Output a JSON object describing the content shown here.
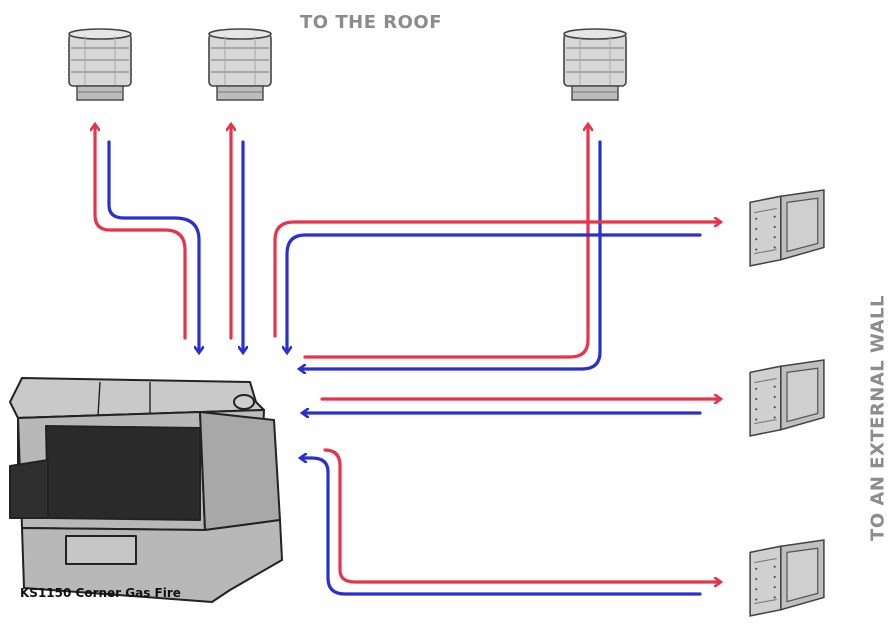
{
  "labels": {
    "roof": "TO THE ROOF",
    "wall": "TO AN EXTERNAL WALL",
    "fire": "KS1150 Corner Gas Fire"
  },
  "colors": {
    "supply": "#e8334a",
    "return": "#2a2fd0",
    "label_gray": "#8c8c8c",
    "metal": "#b5b5b5"
  },
  "icons": {
    "roof_terminal": "roof-terminal-icon",
    "wall_terminal": "wall-terminal-icon",
    "fireplace": "gas-fire-icon"
  }
}
